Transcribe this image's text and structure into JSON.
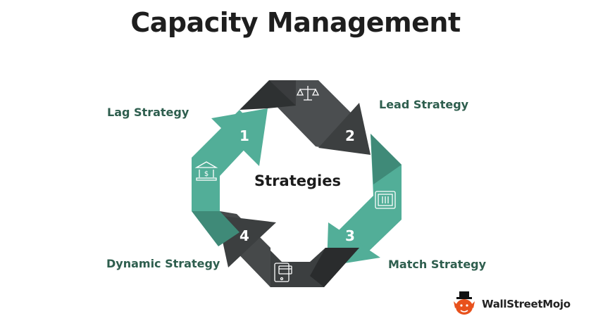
{
  "title": "Capacity Management",
  "center_label": "Strategies",
  "strategies": [
    {
      "number": "1",
      "label": "Lag Strategy",
      "icon": "bank-icon"
    },
    {
      "number": "2",
      "label": "Lead Strategy",
      "icon": "scales-icon"
    },
    {
      "number": "3",
      "label": "Match Strategy",
      "icon": "safe-icon"
    },
    {
      "number": "4",
      "label": "Dynamic Strategy",
      "icon": "card-payment-icon"
    }
  ],
  "colors": {
    "teal": "#52ae98",
    "teal_dark": "#3f8a78",
    "dark": "#3c3f40",
    "dark_shade": "#2a2c2d",
    "label": "#2e5e4e"
  },
  "logo": {
    "text": "WallStreetMojo"
  }
}
